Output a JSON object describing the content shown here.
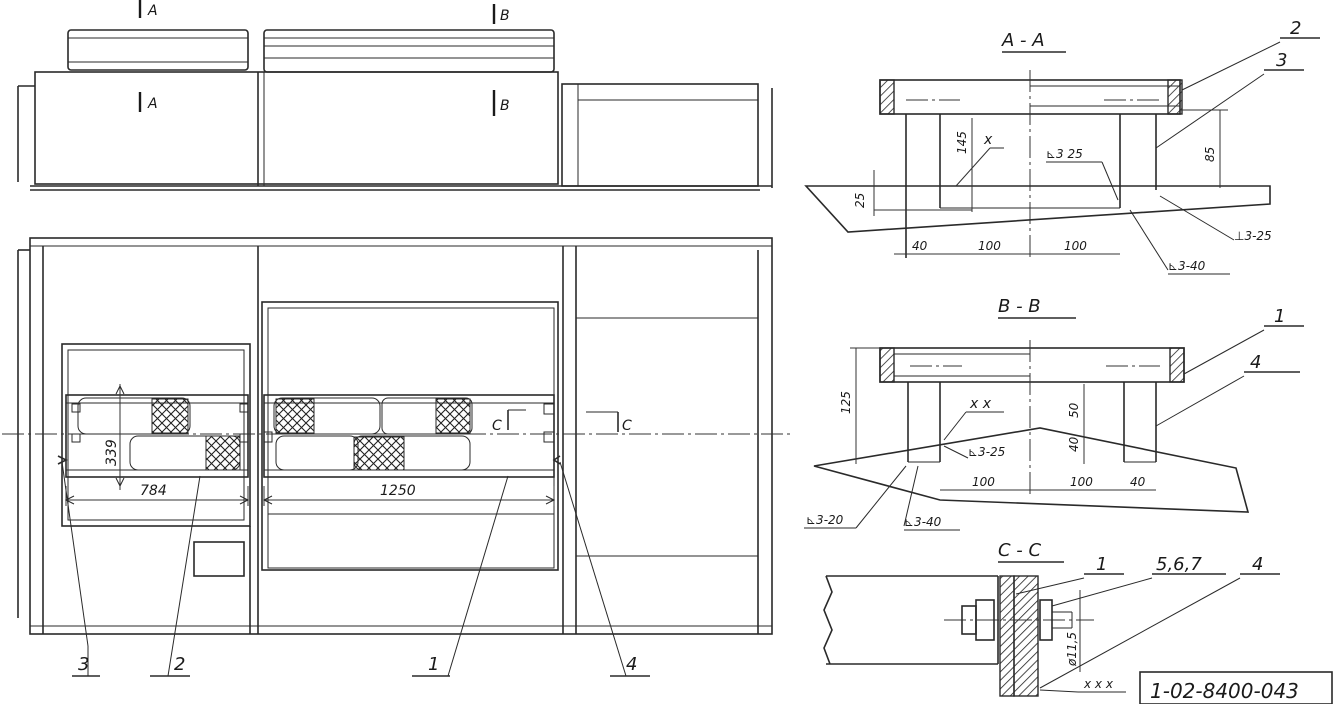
{
  "labels": {
    "section_a": "A",
    "section_b": "B",
    "section_c": "C",
    "title_aa": "A - A",
    "title_bb": "B - B",
    "title_cc": "C - C",
    "doc_number": "1-02-8400-043"
  },
  "callouts": {
    "p1": "1",
    "p2": "2",
    "p3": "3",
    "p4": "4",
    "fasteners": "5,6,7"
  },
  "main_view_dims": {
    "height_339": "339",
    "width_784": "784",
    "width_1250": "1250"
  },
  "aa_dims": {
    "d145": "145",
    "d85": "85",
    "d25": "25",
    "d40": "40",
    "d100a": "100",
    "d100b": "100",
    "weld_x": "x",
    "weld_325a": "⊾3 25",
    "weld_325b": "⊥3-25",
    "weld_340": "⊾3-40"
  },
  "bb_dims": {
    "d125": "125",
    "d50": "50",
    "d40v": "40",
    "d100a": "100",
    "d100b": "100",
    "d40h": "40",
    "weld_xx": "x x",
    "weld_325": "⊾3-25",
    "weld_320": "⊾3-20",
    "weld_340": "⊾3-40"
  },
  "cc_dims": {
    "d115": "ø11,5",
    "weld_xxx": "x x x"
  }
}
